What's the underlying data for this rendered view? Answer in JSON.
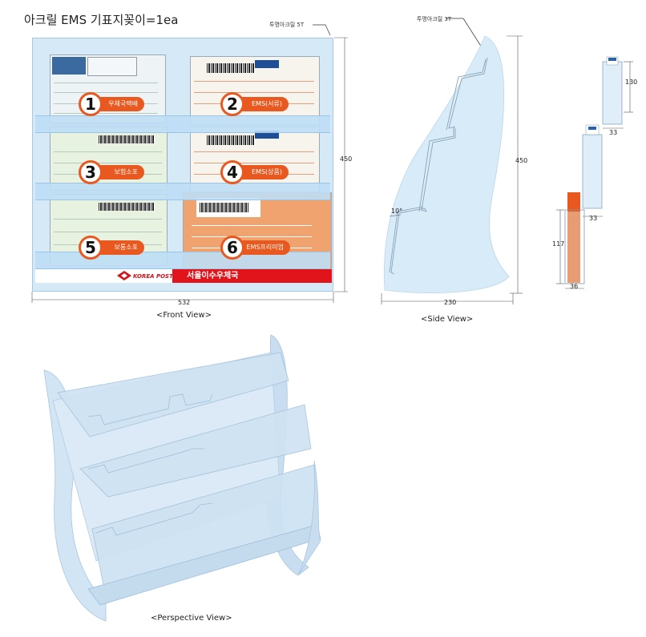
{
  "title": "아크릴 EMS 기표지꽂이=1ea",
  "notes": {
    "front_material": "투명아크릴 5T",
    "side_material": "투명아크릴 3T"
  },
  "front_view": {
    "caption": "<Front View>",
    "width_label": "532",
    "height_label": "450",
    "items": [
      {
        "number": "1",
        "label": "우체국택배"
      },
      {
        "number": "2",
        "label": "EMS(서류)"
      },
      {
        "number": "3",
        "label": "보험소포"
      },
      {
        "number": "4",
        "label": "EMS(상품)"
      },
      {
        "number": "5",
        "label": "보통소포"
      },
      {
        "number": "6",
        "label": "EMS프리미엄"
      }
    ],
    "logo_text": "KOREA POST",
    "footer_text": "서울이수우체국"
  },
  "side_view": {
    "caption": "<Side View>",
    "width_label": "230",
    "height_label": "450",
    "angle_label": "10°"
  },
  "section_view": {
    "dim_130": "130",
    "dim_33_top": "33",
    "dim_33_mid": "33",
    "dim_117": "117",
    "dim_36": "36"
  },
  "perspective_view": {
    "caption": "<Perspective View>"
  },
  "colors": {
    "acrylic": "#d6e9f7",
    "accent": "#e8581f",
    "footer_red": "#e1141b",
    "orange_doc": "#f0a36f"
  }
}
